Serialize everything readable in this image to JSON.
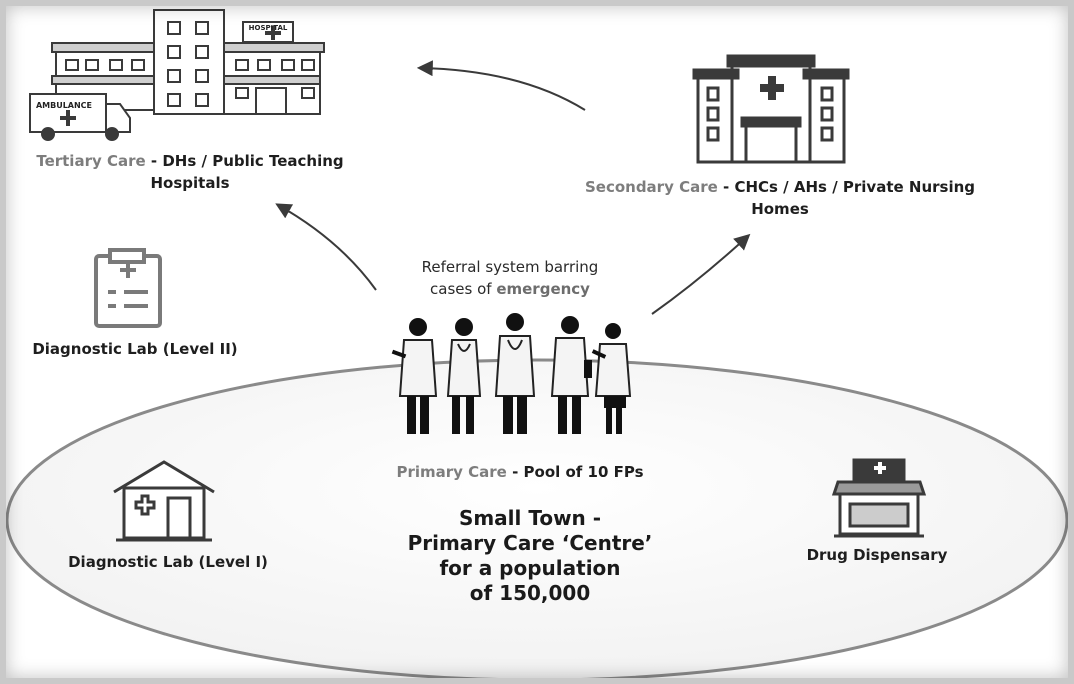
{
  "tertiary": {
    "tier": "Tertiary Care",
    "separator": " - ",
    "line1": "DHs / Public Teaching",
    "line2": "Hospitals",
    "ambulance_sign": "AMBULANCE",
    "hospital_sign": "HOSPITAL"
  },
  "secondary": {
    "tier": "Secondary Care",
    "separator": " - ",
    "line1": "CHCs / AHs / Private Nursing",
    "line2": "Homes"
  },
  "primary": {
    "tier": "Primary Care",
    "separator": " - ",
    "text": "Pool of 10 FPs"
  },
  "referral": {
    "line1": "Referral system barring",
    "line2_prefix": "cases of ",
    "line2_emphasis": "emergency"
  },
  "diagnostic_lab_2": "Diagnostic Lab (Level II)",
  "diagnostic_lab_1": "Diagnostic Lab (Level I)",
  "drug_dispensary": "Drug Dispensary",
  "town": {
    "line1": "Small Town -",
    "line2": "Primary Care ‘Centre’",
    "line3": "for a population",
    "line4": "of 150,000"
  },
  "colors": {
    "ink": "#3a3a3a",
    "tier_gray": "#7d7d7d",
    "ellipse_edge": "#8a8a8a"
  }
}
